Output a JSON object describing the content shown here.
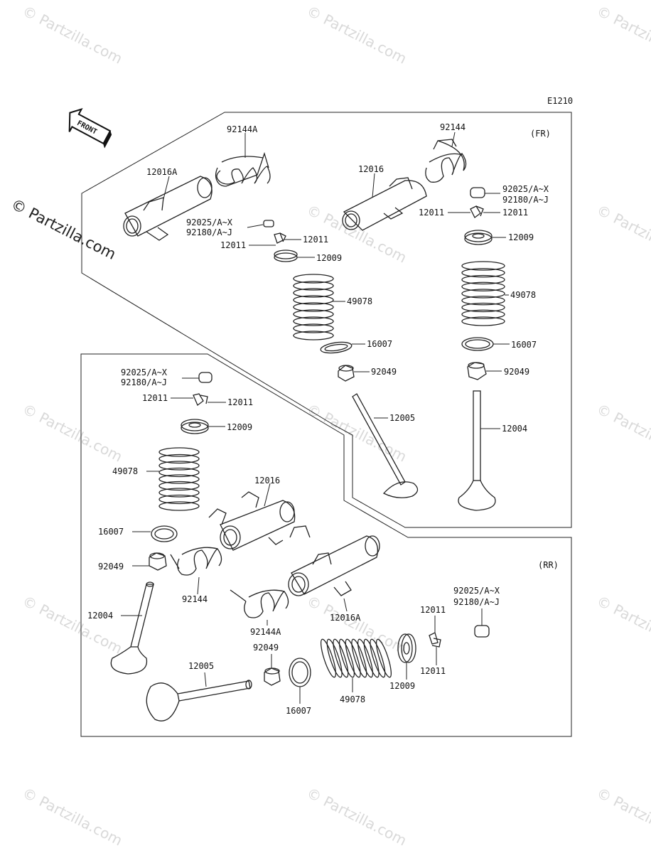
{
  "diagram_code": "E1210",
  "front_label": "FRONT",
  "watermark_text": "© Partzilla.com",
  "watermark_color": "#d9d9d9",
  "sections": {
    "fr": {
      "label": "(FR)",
      "parts": [
        {
          "id": "fr-92144a",
          "label": "92144A",
          "icon": "spring-icon"
        },
        {
          "id": "fr-12016a",
          "label": "12016A",
          "icon": "rocker-arm-icon"
        },
        {
          "id": "fr-92025-left",
          "label": "92025/A~X",
          "icon": "cap-icon"
        },
        {
          "id": "fr-92180-left",
          "label": "92180/A~J",
          "icon": "cap-icon"
        },
        {
          "id": "fr-12011-left-a",
          "label": "12011",
          "icon": "cotter-icon"
        },
        {
          "id": "fr-12011-left-b",
          "label": "12011",
          "icon": "cotter-icon"
        },
        {
          "id": "fr-12009-left",
          "label": "12009",
          "icon": "retainer-icon"
        },
        {
          "id": "fr-49078-left",
          "label": "49078",
          "icon": "valve-spring-icon"
        },
        {
          "id": "fr-16007-left",
          "label": "16007",
          "icon": "washer-icon"
        },
        {
          "id": "fr-92049-left",
          "label": "92049",
          "icon": "seal-icon"
        },
        {
          "id": "fr-12005",
          "label": "12005",
          "icon": "valve-icon"
        },
        {
          "id": "fr-92144",
          "label": "92144",
          "icon": "spring-icon"
        },
        {
          "id": "fr-12016",
          "label": "12016",
          "icon": "rocker-arm-icon"
        },
        {
          "id": "fr-92025-right",
          "label": "92025/A~X",
          "icon": "cap-icon"
        },
        {
          "id": "fr-92180-right",
          "label": "92180/A~J",
          "icon": "cap-icon"
        },
        {
          "id": "fr-12011-right-a",
          "label": "12011",
          "icon": "cotter-icon"
        },
        {
          "id": "fr-12011-right-b",
          "label": "12011",
          "icon": "cotter-icon"
        },
        {
          "id": "fr-12009-right",
          "label": "12009",
          "icon": "retainer-icon"
        },
        {
          "id": "fr-49078-right",
          "label": "49078",
          "icon": "valve-spring-icon"
        },
        {
          "id": "fr-16007-right",
          "label": "16007",
          "icon": "washer-icon"
        },
        {
          "id": "fr-92049-right",
          "label": "92049",
          "icon": "seal-icon"
        },
        {
          "id": "fr-12004",
          "label": "12004",
          "icon": "valve-icon"
        }
      ]
    },
    "rr": {
      "label": "(RR)",
      "parts": [
        {
          "id": "rr-92025-left",
          "label": "92025/A~X",
          "icon": "cap-icon"
        },
        {
          "id": "rr-92180-left",
          "label": "92180/A~J",
          "icon": "cap-icon"
        },
        {
          "id": "rr-12011-left-a",
          "label": "12011",
          "icon": "cotter-icon"
        },
        {
          "id": "rr-12011-left-b",
          "label": "12011",
          "icon": "cotter-icon"
        },
        {
          "id": "rr-12009-left",
          "label": "12009",
          "icon": "retainer-icon"
        },
        {
          "id": "rr-49078-left",
          "label": "49078",
          "icon": "valve-spring-icon"
        },
        {
          "id": "rr-12016",
          "label": "12016",
          "icon": "rocker-arm-icon"
        },
        {
          "id": "rr-16007-left",
          "label": "16007",
          "icon": "washer-icon"
        },
        {
          "id": "rr-92049-left",
          "label": "92049",
          "icon": "seal-icon"
        },
        {
          "id": "rr-92144",
          "label": "92144",
          "icon": "spring-icon"
        },
        {
          "id": "rr-12004",
          "label": "12004",
          "icon": "valve-icon"
        },
        {
          "id": "rr-92144a",
          "label": "92144A",
          "icon": "spring-icon"
        },
        {
          "id": "rr-12016a",
          "label": "12016A",
          "icon": "rocker-arm-icon"
        },
        {
          "id": "rr-92049-right",
          "label": "92049",
          "icon": "seal-icon"
        },
        {
          "id": "rr-12005",
          "label": "12005",
          "icon": "valve-icon"
        },
        {
          "id": "rr-16007-right",
          "label": "16007",
          "icon": "washer-icon"
        },
        {
          "id": "rr-49078-right",
          "label": "49078",
          "icon": "valve-spring-icon"
        },
        {
          "id": "rr-12009-right",
          "label": "12009",
          "icon": "retainer-icon"
        },
        {
          "id": "rr-12011-right-a",
          "label": "12011",
          "icon": "cotter-icon"
        },
        {
          "id": "rr-12011-right-b",
          "label": "12011",
          "icon": "cotter-icon"
        },
        {
          "id": "rr-92025-right",
          "label": "92025/A~X",
          "icon": "cap-icon"
        },
        {
          "id": "rr-92180-right",
          "label": "92180/A~J",
          "icon": "cap-icon"
        }
      ]
    }
  }
}
